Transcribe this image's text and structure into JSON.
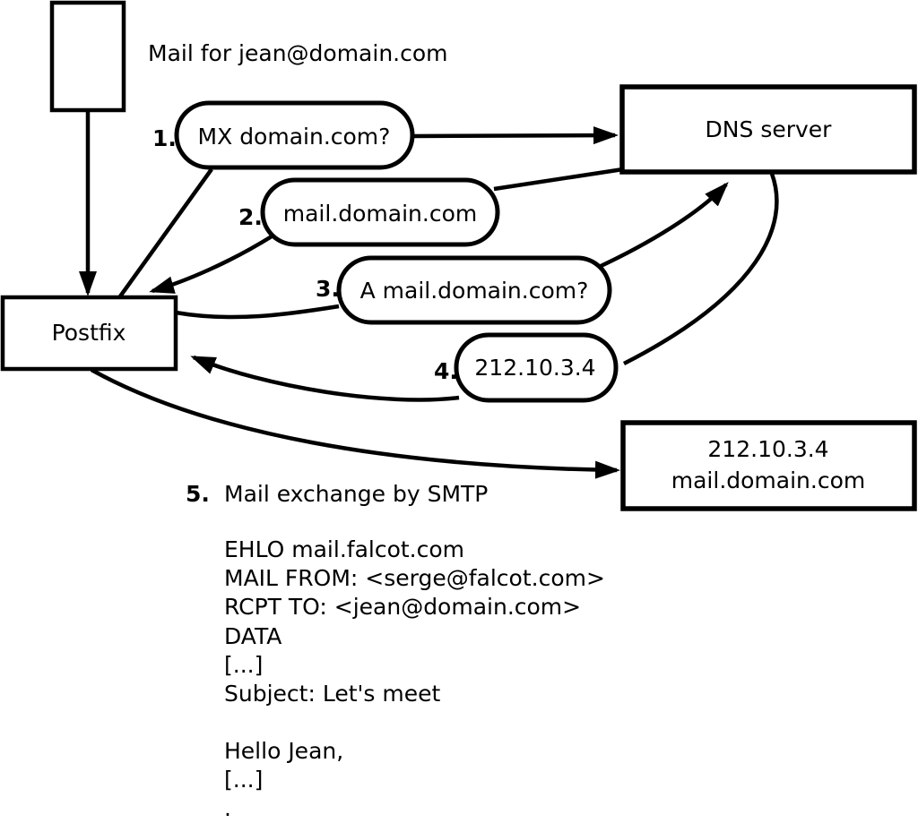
{
  "colors": {
    "ink": "#000000",
    "paper": "#ffffff"
  },
  "caption": "Mail for jean@domain.com",
  "nodes": {
    "postfix": "Postfix",
    "dns_server": "DNS server",
    "mail_server_line1": "212.10.3.4",
    "mail_server_line2": "mail.domain.com"
  },
  "steps": [
    {
      "num": "1.",
      "label": "MX domain.com?"
    },
    {
      "num": "2.",
      "label": "mail.domain.com"
    },
    {
      "num": "3.",
      "label": "A mail.domain.com?"
    },
    {
      "num": "4.",
      "label": "212.10.3.4"
    },
    {
      "num": "5.",
      "label": "Mail exchange by SMTP"
    }
  ],
  "smtp_session": {
    "lines": [
      "EHLO mail.falcot.com",
      "MAIL FROM: <serge@falcot.com>",
      "RCPT TO: <jean@domain.com>",
      "DATA",
      "[...]",
      "Subject: Let's meet",
      "",
      "Hello Jean,",
      "[...]",
      "."
    ]
  }
}
